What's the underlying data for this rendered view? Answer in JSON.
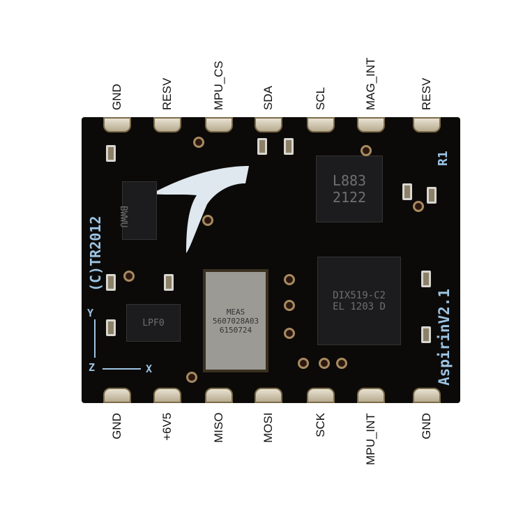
{
  "top_pins": [
    "GND",
    "RESV",
    "MPU_CS",
    "SDA",
    "SCL",
    "MAG_INT",
    "RESV"
  ],
  "bottom_pins": [
    "GND",
    "+6V5",
    "MISO",
    "MOSI",
    "SCK",
    "MPU_INT",
    "GND"
  ],
  "board": {
    "copyright": "(C)TR2012",
    "name": "AspirinV2.1",
    "ref": "R1",
    "axis_x": "X",
    "axis_y": "Y",
    "axis_z": "Z",
    "mag_chip": [
      "L883",
      "2122"
    ],
    "baro_chip": [
      "MEAS",
      "5607028A03",
      "6150724"
    ],
    "imu_chip": [
      "DIX519-C2",
      "EL 1203 D"
    ],
    "reg_chip": "LPF0",
    "reg2_chip": "BWWU",
    "silk_color": "#9cc4e4"
  }
}
